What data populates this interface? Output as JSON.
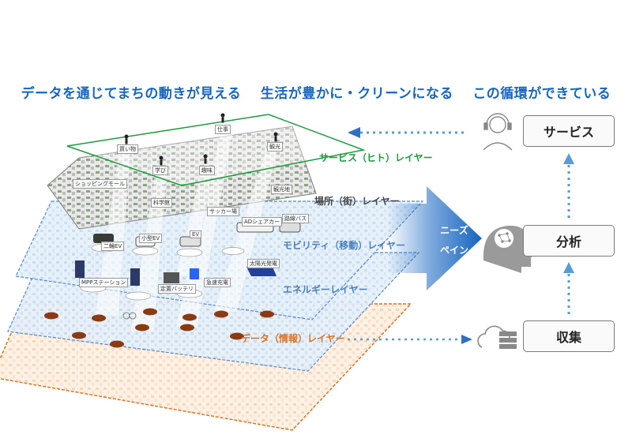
{
  "headline": {
    "part1": "データを通じてまちの動きが見える",
    "part2": "生活が豊かに・クリーンになる",
    "part3": "この循環ができている"
  },
  "boxes": {
    "service": "サービス",
    "analysis": "分析",
    "collect": "収集"
  },
  "layers": {
    "service": "サービス（ヒト）レイヤー",
    "place": "場所（街）レイヤー",
    "mobility": "モビリティ（移動）レイヤー",
    "energy": "エネルギーレイヤー",
    "data": "データ（情報）レイヤー"
  },
  "needs": {
    "line1": "ニーズ",
    "line2": "ペイン"
  },
  "people_tags": {
    "shopping": "買い物",
    "learning": "学び",
    "work": "仕事",
    "hobby": "趣味",
    "sightseeing": "観光"
  },
  "place_tags": {
    "mall": "ショッピングモール",
    "school": "科学館",
    "stadium": "サッカー場",
    "tourist": "観光地"
  },
  "mobility_tags": {
    "bike": "二輪EV",
    "small_ev": "小型EV",
    "ev": "EV",
    "ad_share": "ADシェアカー",
    "route_bus": "路線バス"
  },
  "energy_tags": {
    "mpp": "MPPステーション",
    "battery": "定置バッテリ",
    "charge": "急速充電",
    "solar": "太陽光発電"
  },
  "colors": {
    "blue": "#1565c0",
    "green": "#1a9c3a",
    "orange": "#e07020",
    "layer_blue": "#4a7fc1"
  }
}
